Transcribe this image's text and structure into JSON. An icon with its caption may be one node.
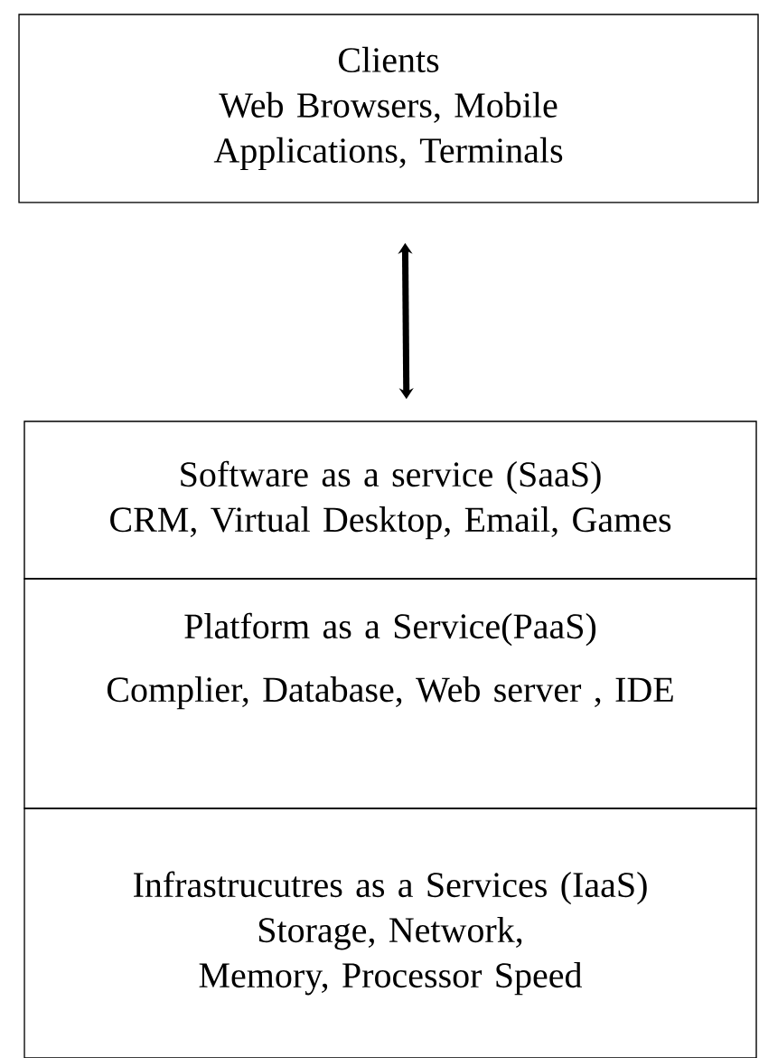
{
  "diagram": {
    "nodes": [
      {
        "text": [
          "Clients",
          "Web Browsers, Mobile Applications, Terminals"
        ]
      },
      {
        "text": [
          "Software as a service (SaaS)",
          "CRM, Virtual Desktop, Email, Games"
        ]
      },
      {
        "text": [
          "Platform as a Service(PaaS)",
          "Complier, Database, Web server , IDE"
        ]
      },
      {
        "text": [
          "Infrastrucutres as a Services (IaaS)",
          "Storage, Network, Memory, Processor Speed"
        ]
      }
    ],
    "edges": [
      {
        "from": 0,
        "to": 1,
        "arrow": "both"
      }
    ]
  }
}
